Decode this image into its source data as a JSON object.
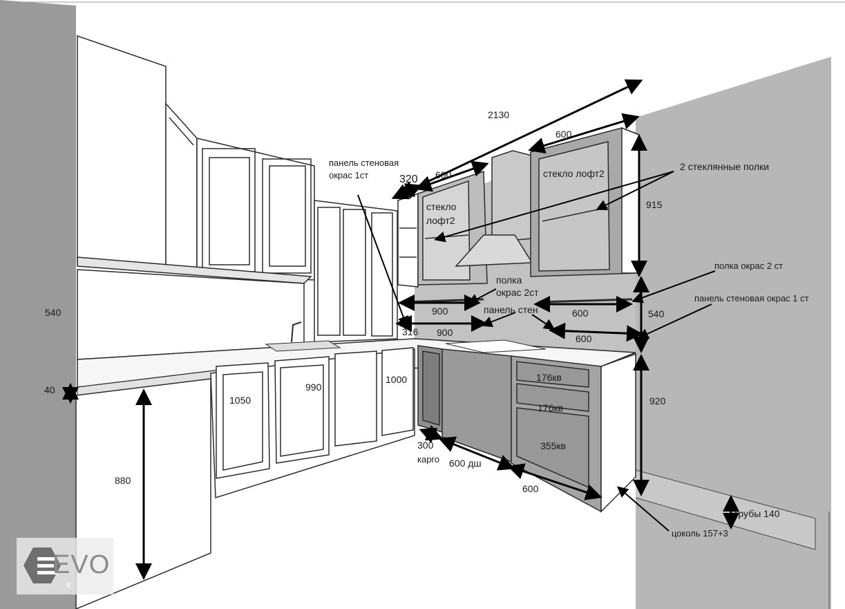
{
  "colors": {
    "wall": "#b9b9b9",
    "left_wall": "#9a9a9a",
    "cabinet_stroke": "#2b2b2b",
    "arrow": "#000000",
    "glass_cabinet_back": "#c4c4c4"
  },
  "dimensions": {
    "d2130": "2130",
    "d600_top_right": "600",
    "d600_top_mid": "600",
    "d320": "320",
    "d915": "915",
    "d540_right": "540",
    "d920": "920",
    "d540_left": "540",
    "d40": "40",
    "d880": "880",
    "d1050": "1050",
    "d990": "990",
    "d1000": "1000",
    "d900_shelf": "900",
    "d900_panel": "900",
    "d316": "316",
    "d600_shelf_right": "600",
    "d600_panel_right": "600",
    "d300": "300",
    "d600_dw": "600 дш",
    "d600_base": "600",
    "drawer1": "176кв",
    "drawer2": "176кв",
    "drawer3": "355кв"
  },
  "annotations": {
    "wall_panel_top": "панель стеновая",
    "wall_panel_top2": "окрас 1ст",
    "glass_left_1": "стекло",
    "glass_left_2": "лофт2",
    "glass_right": "стекло лофт2",
    "glass_shelves": "2 стеклянные полки",
    "shelf_paint_mid_1": "полка",
    "shelf_paint_mid_2": "окрас 2ст",
    "wall_panel_short": "панель стен",
    "shelf_paint_right": "полка окрас 2 ст",
    "wall_panel_right": "панель стеновая окрас 1 ст",
    "cargo": "карго",
    "pipes": "трубы 140",
    "plinth": "цоколь 157+3"
  },
  "logo": {
    "text": "EVO",
    "subtext": "К"
  }
}
